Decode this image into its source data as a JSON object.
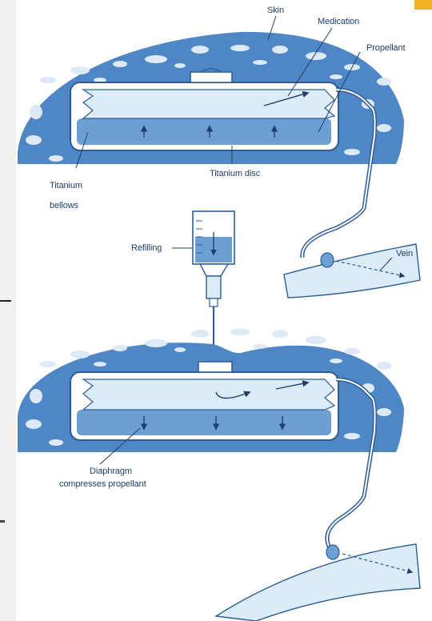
{
  "labels": {
    "skin": "Skin",
    "medication": "Medication",
    "propellant": "Propellant",
    "titanium_bellows_1": "Titanium",
    "titanium_bellows_2": "bellows",
    "titanium_disc": "Titanium disc",
    "refilling": "Refilling",
    "vein": "Vein",
    "diaphragm_1": "Diaphragm",
    "diaphragm_2": "compresses propellant"
  },
  "colors": {
    "page_bg": "#f2f1ef",
    "panel_bg": "#ffffff",
    "tissue": "#4f86c6",
    "tissue_cell": "#dce9f6",
    "pump_outline": "#2d5d95",
    "medication_fill": "#dcebf8",
    "propellant_fill": "#6d9fd3",
    "label_text": "#1f3f6a",
    "corner_accent": "#f0b323"
  }
}
